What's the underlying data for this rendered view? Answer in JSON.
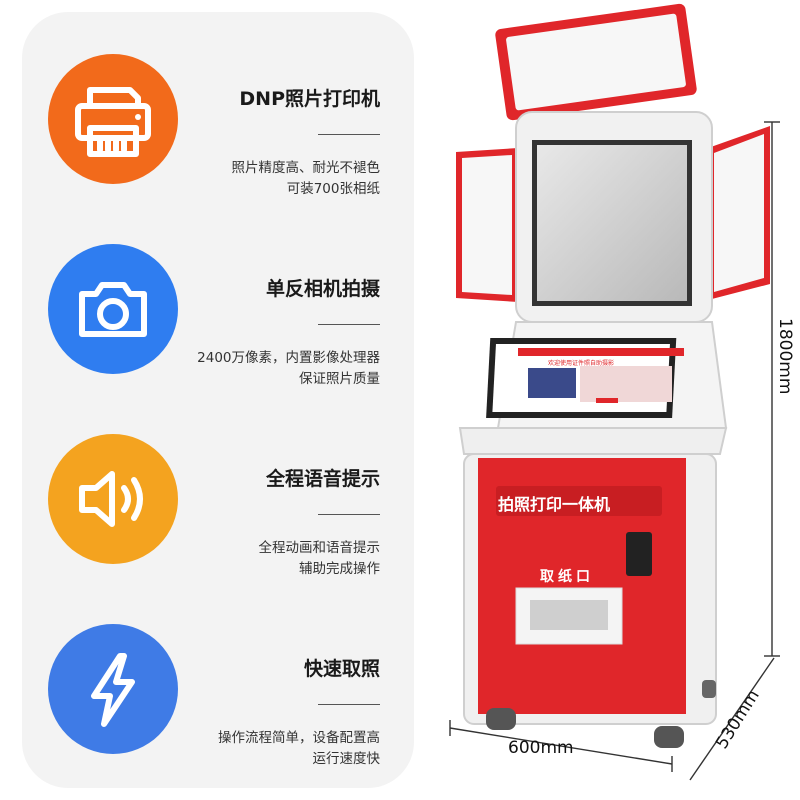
{
  "features": [
    {
      "title": "DNP照片打印机",
      "desc_lines": [
        "照片精度高、耐光不褪色",
        "可装700张相纸"
      ],
      "icon": "printer-icon",
      "color": "#f26a1b"
    },
    {
      "title": "单反相机拍摄",
      "desc_lines": [
        "2400万像素，内置影像处理器",
        "保证照片质量"
      ],
      "icon": "camera-icon",
      "color": "#2f7df0"
    },
    {
      "title": "全程语音提示",
      "desc_lines": [
        "全程动画和语音提示",
        "辅助完成操作"
      ],
      "icon": "speaker-icon",
      "color": "#f4a31f"
    },
    {
      "title": "快速取照",
      "desc_lines": [
        "操作流程简单，设备配置高",
        "运行速度快"
      ],
      "icon": "lightning-icon",
      "color": "#3f7be6"
    }
  ],
  "kiosk": {
    "banner": "拍照打印一体机",
    "slot_label": "取纸口",
    "screen_heading": "欢迎使用证件照自助摄影",
    "accent": "#e0262a"
  },
  "dimensions": {
    "width": "600mm",
    "height": "1800mm",
    "depth": "530mm"
  }
}
